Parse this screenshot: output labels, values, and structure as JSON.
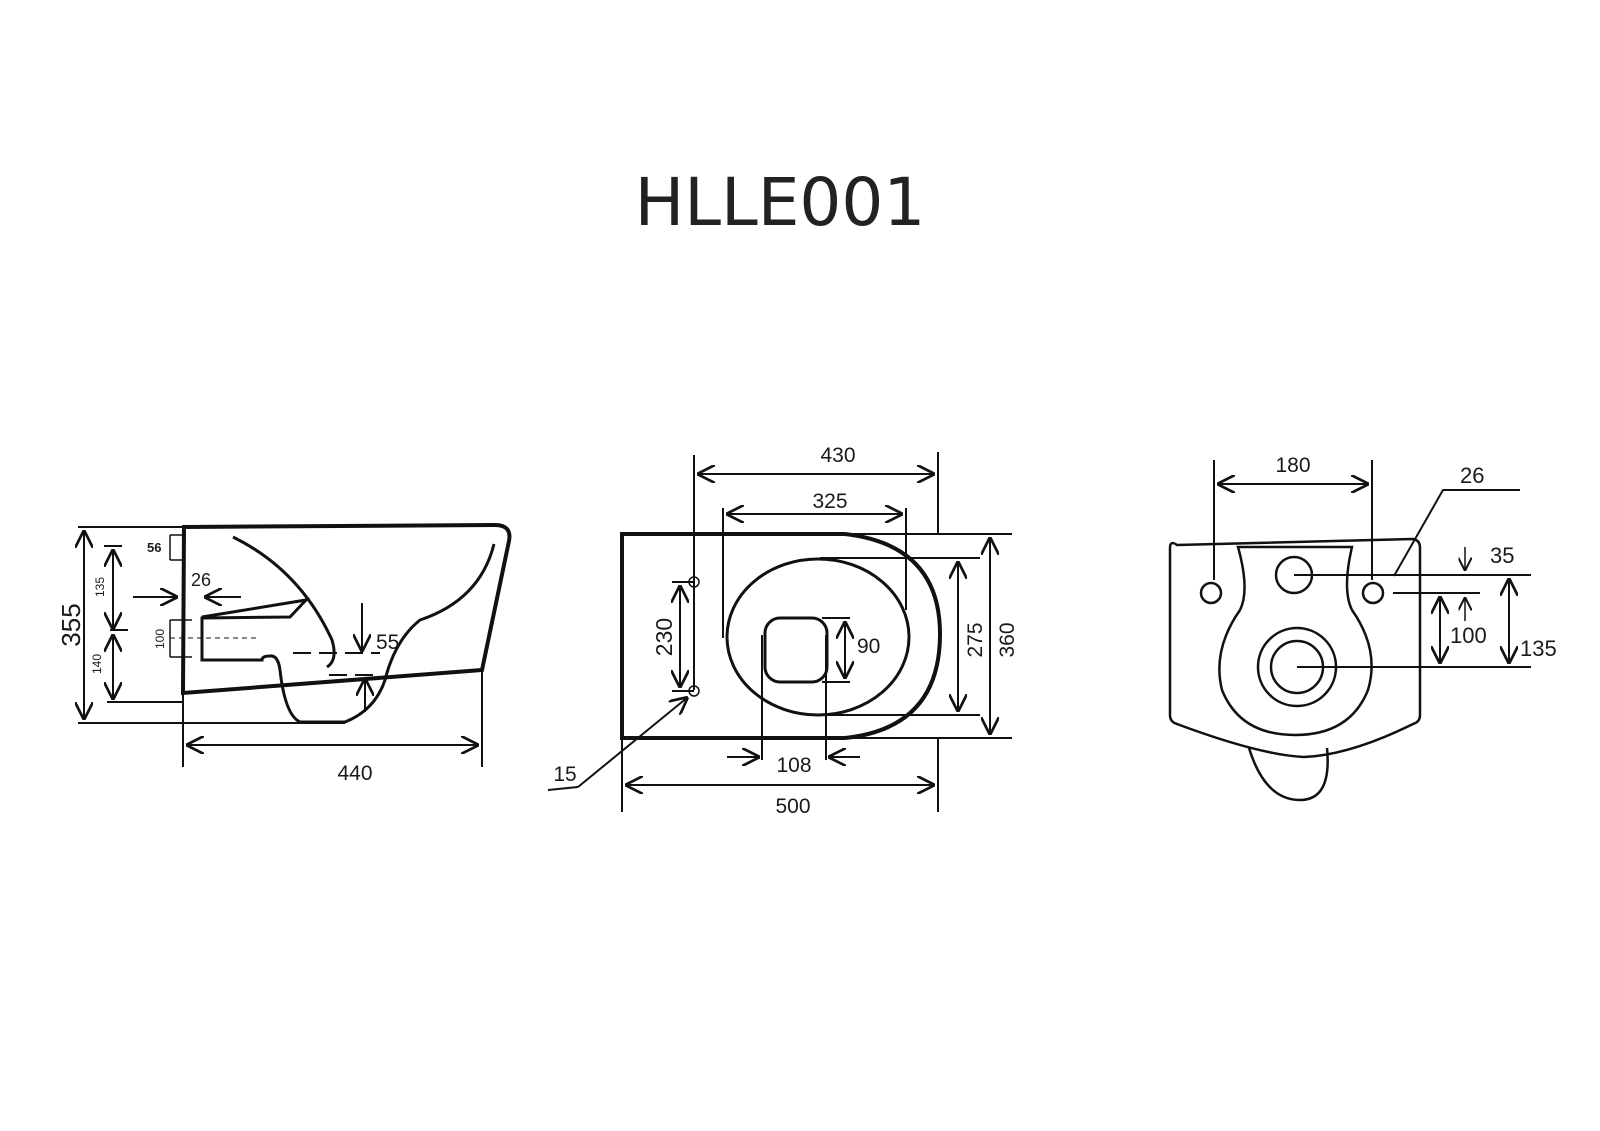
{
  "title": "HLLE001",
  "side_view": {
    "height_total": "355",
    "dim_56": "56",
    "dim_135": "135",
    "dim_140": "140",
    "dim_100": "100",
    "dim_26": "26",
    "dim_55": "55",
    "length": "440"
  },
  "top_view": {
    "width_430": "430",
    "width_325": "325",
    "hole_spacing": "230",
    "outlet_90": "90",
    "inner_275": "275",
    "overall_360": "360",
    "outlet_108": "108",
    "length_500": "500",
    "hole_15": "15"
  },
  "rear_view": {
    "bolt_spacing": "180",
    "bolt_diameter": "26",
    "dim_35": "35",
    "dim_100": "100",
    "dim_135": "135"
  }
}
